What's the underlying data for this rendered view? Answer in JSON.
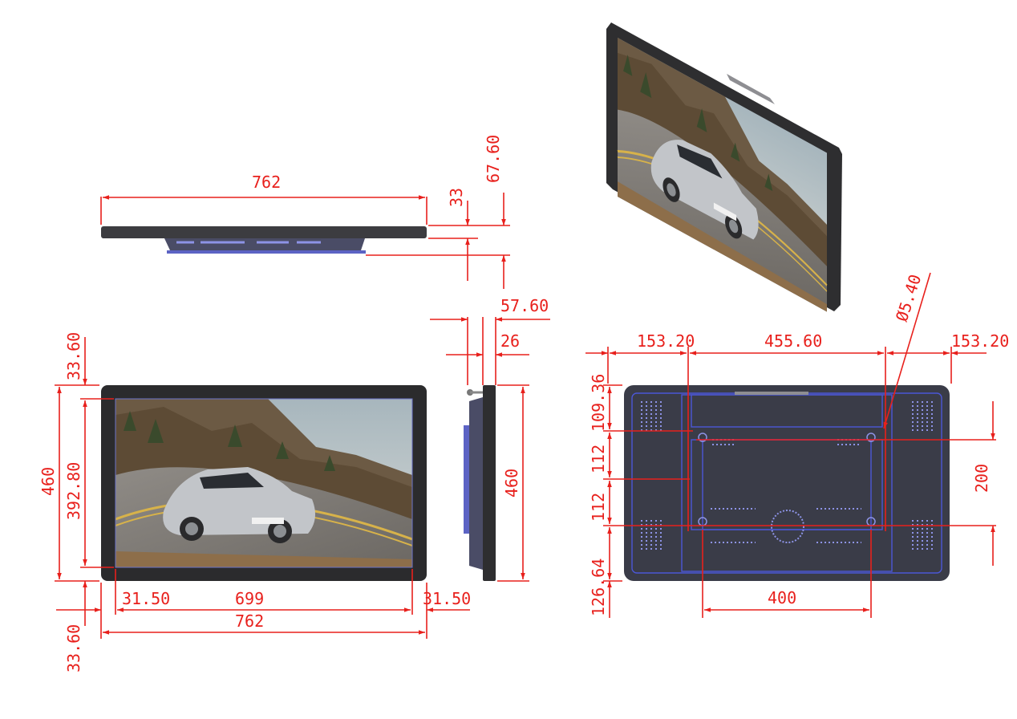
{
  "dimensions": {
    "top_view": {
      "width": "762",
      "depth_body": "33",
      "depth_total": "67.60"
    },
    "side_view": {
      "depth_total": "57.60",
      "depth_body": "26",
      "height": "460"
    },
    "front_view": {
      "height": "460",
      "screen_height": "392.80",
      "top_bezel": "33.60",
      "bottom_bezel": "33.60",
      "left_bezel": "31.50",
      "right_bezel": "31.50",
      "screen_width": "699",
      "width": "762"
    },
    "rear_view": {
      "hole_diameter": "Ø5.40",
      "left_offset": "153.20",
      "mount_span": "455.60",
      "right_offset": "153.20",
      "top_offset": "109.36",
      "upper_pitch": "112",
      "lower_pitch": "112",
      "bottom_offset": "126.64",
      "vesa_width": "400",
      "vesa_height": "200"
    }
  },
  "colors": {
    "dimension": "#e8201c",
    "outline": "#4b57d6",
    "chassis": "#3a3c48",
    "bezel": "#2b2b2d"
  },
  "images": {
    "front_screen": "photo of silver sports car on mountain road",
    "iso_screen": "photo of silver sports car on mountain road"
  }
}
